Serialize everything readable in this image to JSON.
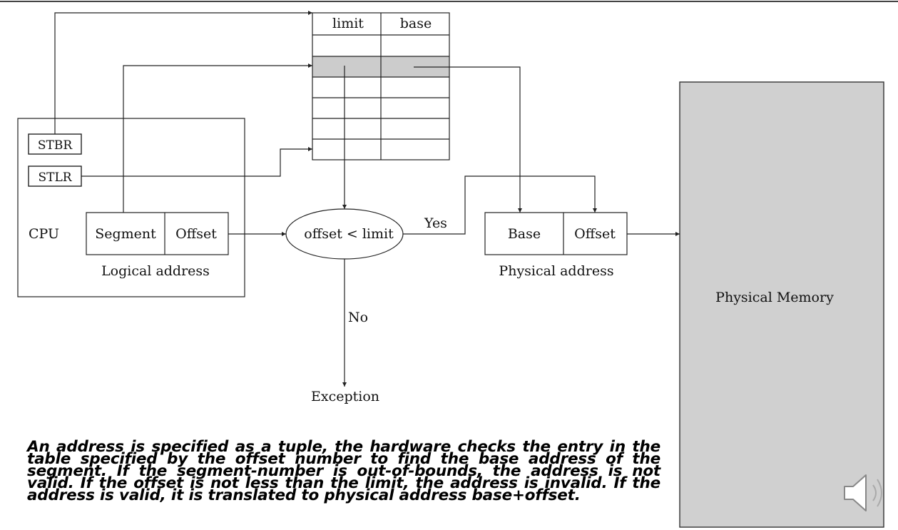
{
  "diagram": {
    "table_headers": [
      "limit",
      "base"
    ],
    "registers": [
      "STBR",
      "STLR"
    ],
    "cpu_label": "CPU",
    "logical_address": {
      "segment_label": "Segment",
      "offset_label": "Offset",
      "caption": "Logical address"
    },
    "comparison_label": "offset < limit",
    "yes_label": "Yes",
    "no_label": "No",
    "exception_label": "Exception",
    "physical_address": {
      "base_label": "Base",
      "offset_label": "Offset",
      "caption": "Physical address"
    },
    "memory_label": "Physical Memory",
    "colors": {
      "highlight_row": "#cccccc",
      "memory_fill": "#d0d0d0",
      "stroke": "#222222"
    }
  },
  "description": "An address is specified as a tuple, the hardware checks the entry in the table specified by the offset number to find the base address of the segment. If the segment-number is out-of-bounds, the address is not valid. If the offset is not less than the limit, the address is invalid. If the address is valid, it is translated to physical address base+offset.",
  "audio_icon": "speaker-icon"
}
